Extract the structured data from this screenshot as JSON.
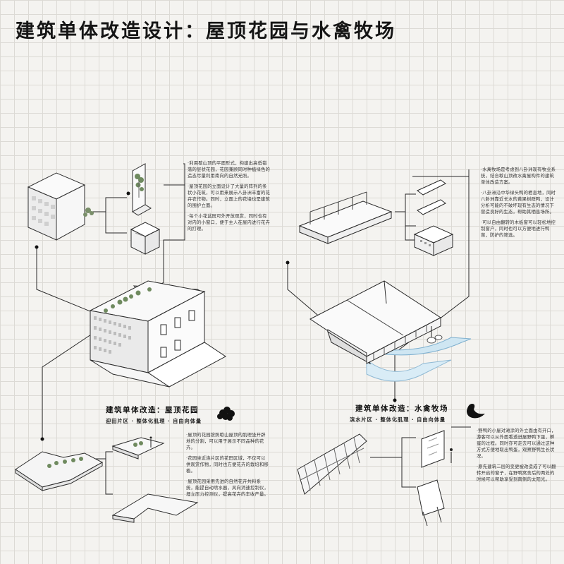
{
  "title": "建筑单体改造设计：屋顶花园与水禽牧场",
  "garden": {
    "heading": "建筑单体改造：屋顶花园",
    "subheading": "迎田片区 · 整体化肌理 · 自由向体量",
    "icon": "tree-icon",
    "notes_top": [
      "·利用歇山顶的平面形式，构建出高低错落的层状花园，花园兼顾同时种植绿色的造态尽量利用南向的自然光照。",
      "·屋顶花园的立面设计了大量的阵列的条状小花筑，可以用来展示八卦洲丰富的花卉农作物。同时，立面上的花墙也是建筑的围护立面。",
      "·每个小花盆既可外开放观赏，同时也有对内的小窗口，便于主人在屋内进行花卉的打理。"
    ],
    "notes_bottom": [
      "·屋顶的花园按照歇山屋顶的肌理坐开辟地的分割，可以用于展示不同品种的花卉。",
      "·花园坐近连片区的花田区域，不仅可以供观赏作物，同时也方便花卉的栽培和移植。",
      "·屋顶花园采用先进的自然花卉共料系统，能提自动喷水器，风向消速控制仪，埋立压力控测仪，提高花卉的丰收产量。"
    ]
  },
  "ranch": {
    "heading": "建筑单体改造：水禽牧场",
    "subheading": "滨水片区 · 整体化肌理 · 自由向体量",
    "icon": "goose-icon",
    "notes_top": [
      "·水禽牧场是考虑到八卦洲现有牧业系统，结合歇山顶改水禽屋构件的建筑单体改造方案。",
      "·八卦洲沿中华绿头鸭的栖息地，同时八卦洲靠近长水的黄果树群鸭，设计分析可能的不破坏现有生态的情况下营造良好的生态，帮助其栖息场所。",
      "·可以自由翻转的木板窗可以轻松地控制窗户，同时也可以方便地进行鸭苗，防护的筛选。"
    ],
    "notes_bottom": [
      "·野鸭的小屋对滩涂的外立面由有开口，游客可以从外面看透进屋野鸭下蛋，孵蛋的过程。同时亦可走去可以通过这种方式方便地取出鸭蛋，观察野鸭生长状况。",
      "·原先建筑二层的变更被改造成了可以翻转开启的窗子，在野鸭窝舍后的两处的时候可以帮助享受到南侧的太阳光。"
    ]
  }
}
